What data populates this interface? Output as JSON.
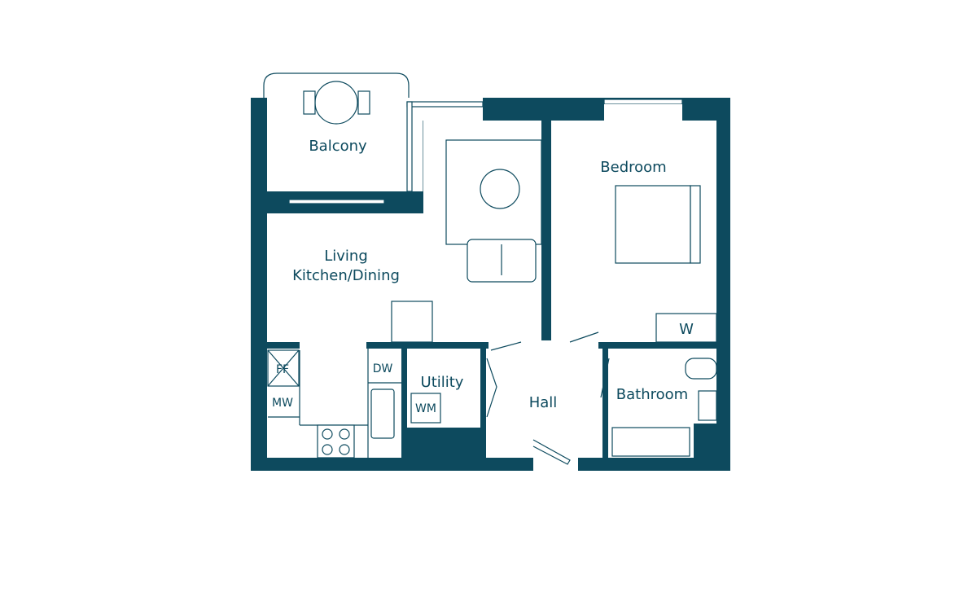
{
  "plan": {
    "wall_color": "#0d4a5e",
    "rooms": {
      "balcony": "Balcony",
      "bedroom": "Bedroom",
      "living_line1": "Living",
      "living_line2": "Kitchen/Dining",
      "utility": "Utility",
      "hall": "Hall",
      "bathroom": "Bathroom"
    },
    "appliances": {
      "wardrobe": "W",
      "fridge_freezer": "FF",
      "microwave": "MW",
      "dishwasher": "DW",
      "washing_machine": "WM"
    }
  }
}
